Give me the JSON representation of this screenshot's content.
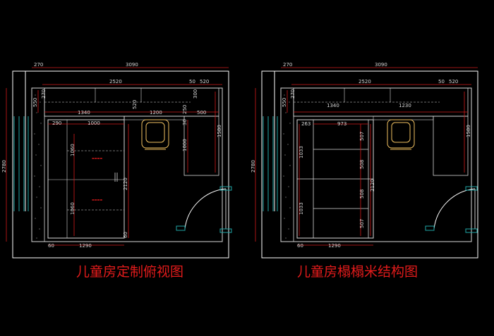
{
  "colors": {
    "background": "#000000",
    "wall": "#ffffff",
    "furniture": "#d8d8d8",
    "dimension_line": "#d21a1a",
    "glass": "#1fa6a6",
    "chair": "#f0c060",
    "title": "#e21b1b"
  },
  "left_drawing": {
    "title": "儿童房定制俯视图",
    "dims": {
      "top_small": "270",
      "top_total": "3090",
      "row2_a": "2520",
      "row2_b": "50",
      "row2_c": "520",
      "v_550": "550",
      "v_270": "270",
      "v_1300": "300",
      "row3_a": "1340",
      "row3_b": "1200",
      "row3_c": "500",
      "v_520": "520",
      "v_250": "250",
      "v_30": "30",
      "row4_a": "290",
      "row4_b": "1000",
      "v_1060_top": "1060",
      "v_1060_bot": "1060",
      "v_2120": "2120",
      "v_1000": "1000",
      "v_1580": "1580",
      "v_2780": "2780",
      "v_60": "60",
      "bottom_a": "60",
      "bottom_b": "1290"
    }
  },
  "right_drawing": {
    "title": "儿童房榻榻米结构图",
    "dims": {
      "top_small": "270",
      "top_total": "3090",
      "row2_a": "2520",
      "row2_b": "50",
      "row2_c": "520",
      "v_550": "550",
      "v_270": "270",
      "row3_a": "1340",
      "row3_b": "1230",
      "v_263": "263",
      "h_973": "973",
      "v_1033_top": "1033",
      "v_1033_bot": "1033",
      "v_507_top": "507",
      "v_508_a": "508",
      "v_508_b": "508",
      "v_507_bot": "507",
      "v_2120": "2120",
      "v_1580": "1580",
      "v_2780": "2780",
      "bottom_a": "60",
      "bottom_b": "1290"
    }
  }
}
